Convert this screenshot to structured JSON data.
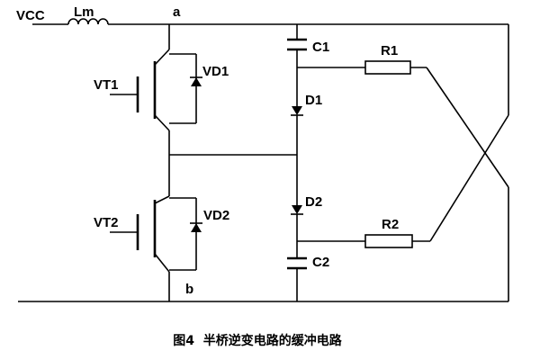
{
  "labels": {
    "vcc": "VCC",
    "lm": "Lm",
    "node_a": "a",
    "node_b": "b",
    "vt1": "VT1",
    "vt2": "VT2",
    "vd1": "VD1",
    "vd2": "VD2",
    "c1": "C1",
    "c2": "C2",
    "d1": "D1",
    "d2": "D2",
    "r1": "R1",
    "r2": "R2"
  },
  "caption": "图4  半桥逆变电路的缓冲电路"
}
